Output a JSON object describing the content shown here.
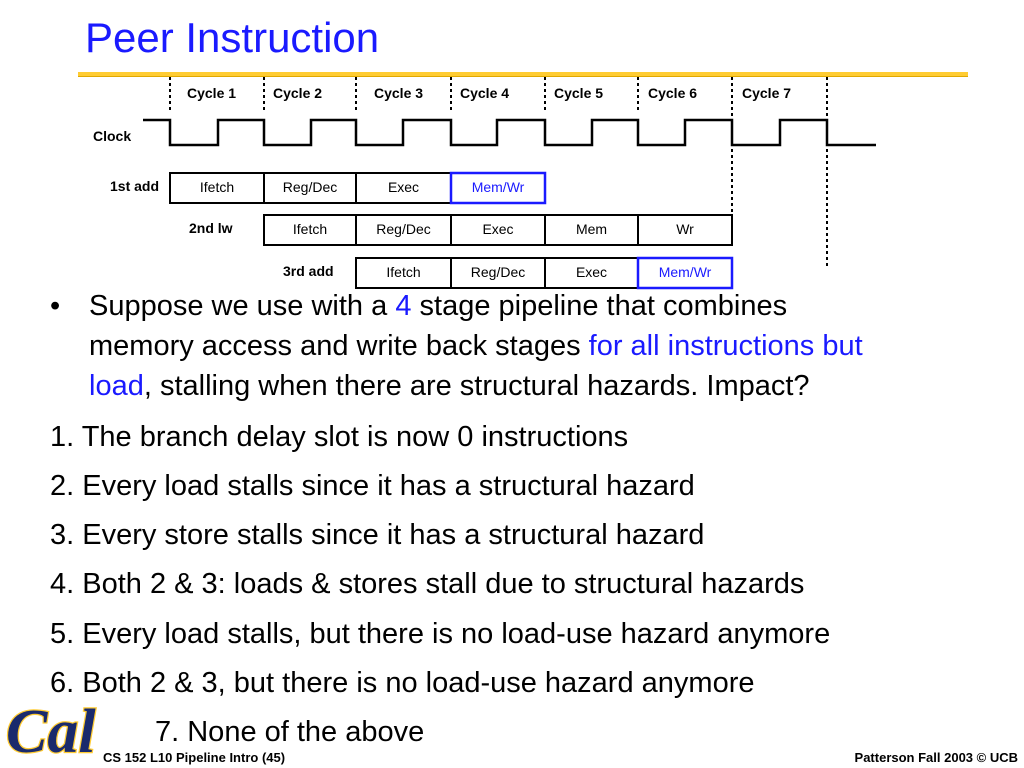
{
  "slide": {
    "title": "Peer Instruction"
  },
  "pipeline": {
    "cycles": [
      "Cycle 1",
      "Cycle 2",
      "Cycle 3",
      "Cycle 4",
      "Cycle 5",
      "Cycle 6",
      "Cycle 7"
    ],
    "clock_label": "Clock",
    "instructions": [
      {
        "label": "1st add",
        "stages": [
          "Ifetch",
          "Reg/Dec",
          "Exec",
          "Mem/Wr"
        ],
        "highlight_last": true
      },
      {
        "label": "2nd lw",
        "stages": [
          "Ifetch",
          "Reg/Dec",
          "Exec",
          "Mem",
          "Wr"
        ],
        "highlight_last": false
      },
      {
        "label": "3rd add",
        "stages": [
          "Ifetch",
          "Reg/Dec",
          "Exec",
          "Mem/Wr"
        ],
        "highlight_last": true
      }
    ],
    "colors": {
      "highlight": "#1a1aff",
      "normal": "#000000"
    }
  },
  "question": {
    "bullet": "•",
    "part1": "Suppose we use with a ",
    "num": "4",
    "part2": " stage pipeline that combines",
    "line2a": "memory access and write back stages ",
    "line2b": "for all instructions but",
    "line3a": "load",
    "line3b": ", stalling when there are structural hazards. Impact?",
    "options": [
      "1. The branch delay slot is now 0 instructions",
      "2. Every load stalls since it has a structural hazard",
      "3. Every store stalls since it has a structural hazard",
      "4. Both 2 & 3: loads & stores stall due to structural hazards",
      "5. Every load stalls, but there is no load-use hazard anymore",
      "6. Both 2 & 3, but there is no load-use hazard anymore",
      "7. None of the above"
    ]
  },
  "footer": {
    "left": "CS 152 L10 Pipeline Intro (45)",
    "right": "Patterson Fall 2003 © UCB"
  },
  "logo": {
    "text": "Cal",
    "color": "#1a2a6c",
    "accent": "#ffcc33"
  }
}
